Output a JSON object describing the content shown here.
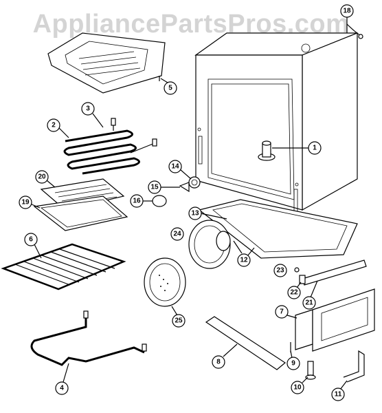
{
  "watermark": "AppliancePartsPros.com",
  "callouts": [
    {
      "id": "c1",
      "label": "1"
    },
    {
      "id": "c2",
      "label": "2"
    },
    {
      "id": "c3",
      "label": "3"
    },
    {
      "id": "c4",
      "label": "4"
    },
    {
      "id": "c5",
      "label": "5"
    },
    {
      "id": "c6",
      "label": "6"
    },
    {
      "id": "c7",
      "label": "7"
    },
    {
      "id": "c8",
      "label": "8"
    },
    {
      "id": "c9",
      "label": "9"
    },
    {
      "id": "c10",
      "label": "10"
    },
    {
      "id": "c11",
      "label": "11"
    },
    {
      "id": "c12",
      "label": "12"
    },
    {
      "id": "c13",
      "label": "13"
    },
    {
      "id": "c14",
      "label": "14"
    },
    {
      "id": "c15",
      "label": "15"
    },
    {
      "id": "c16",
      "label": "16"
    },
    {
      "id": "c18",
      "label": "18"
    },
    {
      "id": "c19",
      "label": "19"
    },
    {
      "id": "c20",
      "label": "20"
    },
    {
      "id": "c21",
      "label": "21"
    },
    {
      "id": "c22",
      "label": "22"
    },
    {
      "id": "c23",
      "label": "23"
    },
    {
      "id": "c24",
      "label": "24"
    },
    {
      "id": "c25",
      "label": "25"
    }
  ]
}
